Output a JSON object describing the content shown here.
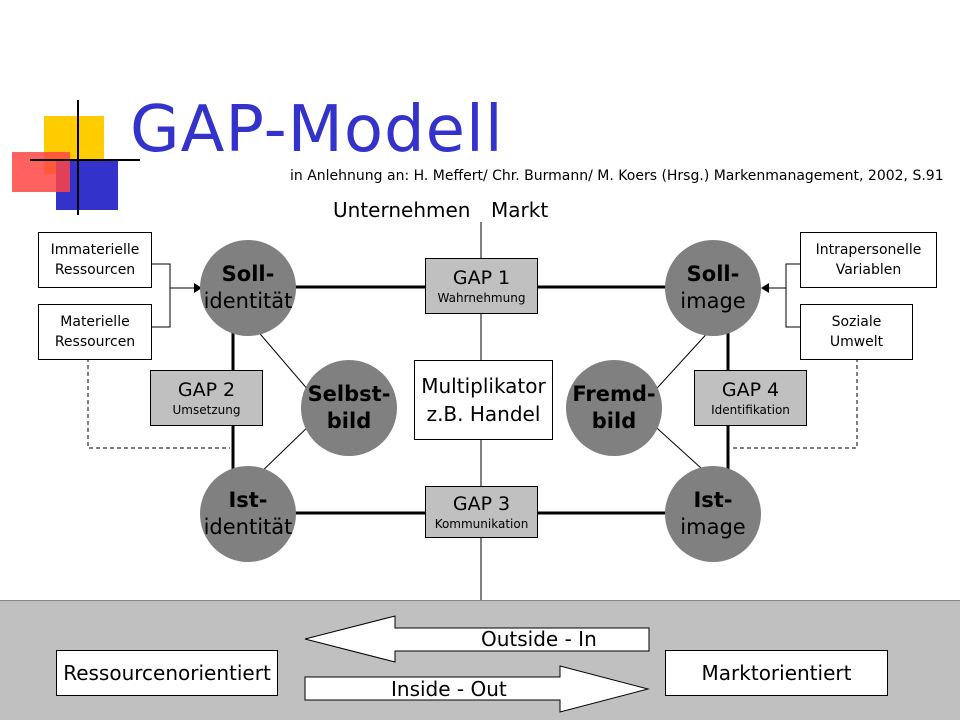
{
  "title": "GAP-Modell",
  "source": "in Anlehnung an: H. Meffert/ Chr. Burmann/ M. Koers (Hrsg.) Markenmanagement, 2002, S.91",
  "axis": {
    "left": "Unternehmen",
    "right": "Markt"
  },
  "boxes": {
    "immaterielle": [
      "Immaterielle",
      "Ressourcen"
    ],
    "materielle": [
      "Materielle",
      "Ressourcen"
    ],
    "intrapersonelle": [
      "Intrapersonelle",
      "Variablen"
    ],
    "soziale": [
      "Soziale",
      "Umwelt"
    ]
  },
  "circles": {
    "soll_identitaet": [
      "Soll-",
      "identität"
    ],
    "ist_identitaet": [
      "Ist-",
      "identität"
    ],
    "soll_image": [
      "Soll-",
      "image"
    ],
    "ist_image": [
      "Ist-",
      "image"
    ],
    "selbstbild": [
      "Selbst-",
      "bild"
    ],
    "fremdbild": [
      "Fremd-",
      "bild"
    ]
  },
  "gaps": {
    "gap1": {
      "label": "GAP 1",
      "sub": "Wahrnehmung"
    },
    "gap2": {
      "label": "GAP 2",
      "sub": "Umsetzung"
    },
    "gap3": {
      "label": "GAP 3",
      "sub": "Kommunikation"
    },
    "gap4": {
      "label": "GAP 4",
      "sub": "Identifikation"
    }
  },
  "multiplikator": [
    "Multiplikator",
    "z.B. Handel"
  ],
  "bottom": {
    "left": "Ressourcenorientiert",
    "right": "Marktorientiert",
    "outside_in": "Outside - In",
    "inside_out": "Inside - Out"
  },
  "colors": {
    "title": "#3333cc",
    "circle": "#808080",
    "gap_box": "#c0c0c0",
    "panel": "#c0c0c0",
    "logo_yellow": "#ffcc00",
    "logo_blue": "#3333cc",
    "logo_red": "#ff3333"
  }
}
